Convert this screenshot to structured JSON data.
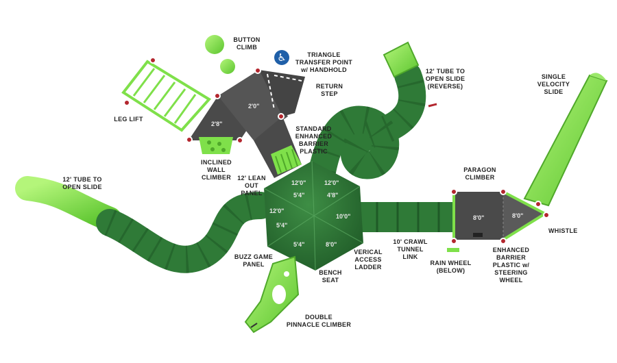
{
  "colors": {
    "tube_green": "#2f7a37",
    "tube_dark": "#1f5a27",
    "lime": "#7fe04a",
    "deck_gray": "#4a4a4a",
    "post_red": "#b3262e",
    "ada_blue": "#1f5fa8"
  },
  "labels": {
    "button_climb": "BUTTON\nCLIMB",
    "triangle_transfer": "TRIANGLE\nTRANSFER POINT\nw/ HANDHOLD",
    "return_step": "RETURN\nSTEP",
    "tube_reverse": "12' TUBE TO\nOPEN SLIDE\n(REVERSE)",
    "single_velocity": "SINGLE\nVELOCITY\nSLIDE",
    "leg_lift": "LEG LIFT",
    "standard_barrier": "STANDARD\nENHANCED\nBARRIER\nPLASTIC",
    "inclined_wall": "INCLINED\nWALL\nCLIMBER",
    "lean_out": "12' LEAN\nOUT PANEL",
    "tube_open_left": "12' TUBE TO\nOPEN SLIDE",
    "paragon": "PARAGON\nCLIMBER",
    "whistle": "WHISTLE",
    "crawl_tunnel": "10' CRAWL TUNNEL\nLINK",
    "vertical_ladder": "VERICAL\nACCESS\nLADDER",
    "buzz_game": "BUZZ GAME\nPANEL",
    "bench_seat": "BENCH\nSEAT",
    "rain_wheel": "RAIN WHEEL\n(BELOW)",
    "enhanced_steering": "ENHANCED BARRIER\nPLASTIC w/ STEERING\nWHEEL",
    "double_pinnacle": "DOUBLE\nPINNACLE CLIMBER"
  },
  "dimensions": {
    "deck_upper": "2'0\"",
    "deck_left": "2'8\"",
    "hex_top_left_a": "12'0\"",
    "hex_top_left_b": "5'4\"",
    "hex_top_right_a": "12'0\"",
    "hex_top_right_b": "4'8\"",
    "hex_left_a": "12'0\"",
    "hex_left_b": "5'4\"",
    "hex_right": "10'0\"",
    "hex_bottom_left": "5'4\"",
    "hex_bottom_right": "8'0\"",
    "right_deck_a": "8'0\"",
    "right_deck_b": "8'0\""
  },
  "icons": {
    "ada": "wheelchair-accessible-icon"
  }
}
